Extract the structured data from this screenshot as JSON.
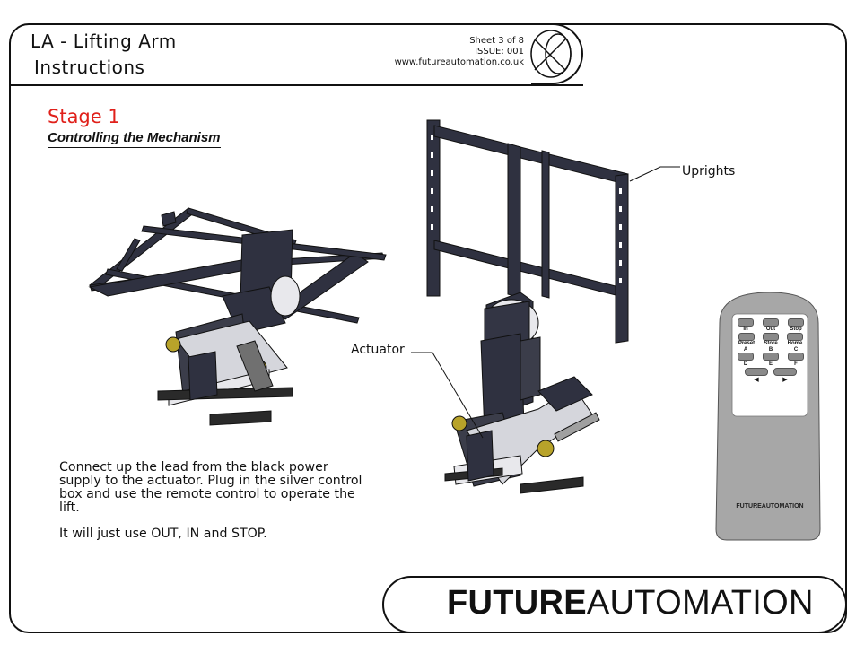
{
  "header": {
    "title_line1": "LA - Lifting Arm",
    "title_line2": "Instructions",
    "sheet": "Sheet 3 of 8",
    "issue": "ISSUE:  001",
    "website": "www.futureautomation.co.uk"
  },
  "stage": {
    "title": "Stage 1",
    "subtitle": "Controlling the Mechanism"
  },
  "callouts": {
    "uprights": "Uprights",
    "actuator": "Actuator"
  },
  "instructions": {
    "paragraph1": "Connect up the lead from the black power supply to the actuator. Plug in the silver control box and use the remote control to operate the lift.",
    "paragraph2": "It will just use OUT, IN and STOP."
  },
  "remote": {
    "row1": [
      "In",
      "Out",
      "Stop"
    ],
    "row2": [
      "Preset",
      "Store",
      "Home"
    ],
    "row3": [
      "A",
      "B",
      "C"
    ],
    "row4": [
      "D",
      "E",
      "F"
    ],
    "brand": "FUTUREAUTOMATION"
  },
  "footer": {
    "brand_bold": "FUTURE",
    "brand_regular": "AUTOMATION"
  },
  "colors": {
    "accent_red": "#e0201a",
    "frame_dark": "#2f3140",
    "remote_grey": "#a7a7a7",
    "brass": "#b8a32a"
  }
}
